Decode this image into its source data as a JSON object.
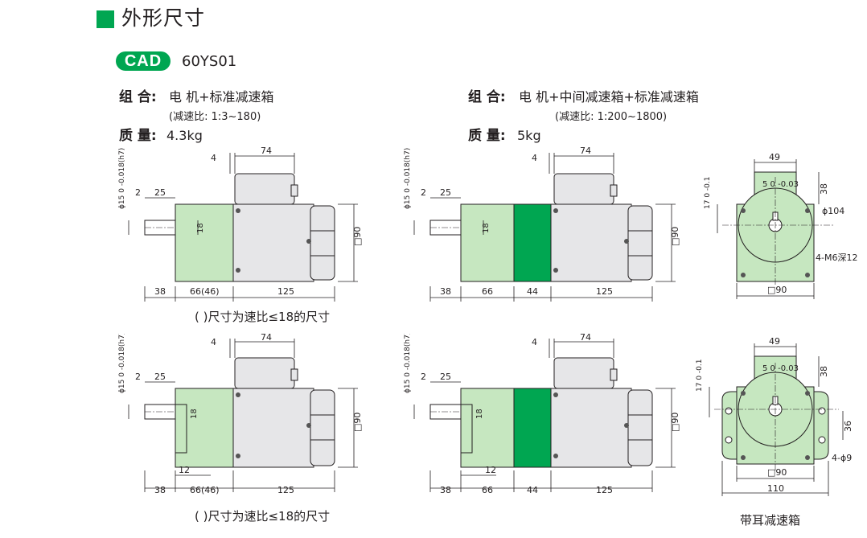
{
  "section": {
    "title": "外形尺寸"
  },
  "cad": {
    "badge": "CAD",
    "model": "60YS01"
  },
  "left_spec": {
    "combo_label": "组 合:",
    "combo_value": "电 机+标准减速箱",
    "ratio_note": "(减速比: 1:3~180)",
    "mass_label": "质 量:",
    "mass_value": "4.3kg"
  },
  "right_spec": {
    "combo_label": "组 合:",
    "combo_value": "电 机+中间减速箱+标准减速箱",
    "ratio_note": "(减速比: 1:200~1800)",
    "mass_label": "质 量:",
    "mass_value": "5kg"
  },
  "captions": {
    "paren_note_top": "( )尺寸为速比≤18的尺寸",
    "paren_note_bottom": "( )尺寸为速比≤18的尺寸",
    "ear_gearbox": "带耳减速箱"
  },
  "dims": {
    "shaft_dia": "ϕ15 0 -0.018(h7)",
    "d2": "2",
    "d25": "25",
    "d4": "4",
    "d74": "74",
    "d18": "18",
    "d90sq": "□90",
    "d38": "38",
    "d66_46": "66(46)",
    "d66": "66",
    "d44": "44",
    "d125": "125",
    "d12": "12",
    "f49": "49",
    "f5": "5 0 -0.03",
    "f38": "38",
    "f17": "17 0 -0.1",
    "f104": "ϕ104",
    "fm6": "4-M6深12",
    "f90sq": "□90",
    "f36": "36",
    "f4d9": "4-ϕ9",
    "f110": "110"
  },
  "colors": {
    "brand_green": "#00a651",
    "gearbox_light_green": "#c6e7c0",
    "motor_gray": "#e6e6e8"
  }
}
